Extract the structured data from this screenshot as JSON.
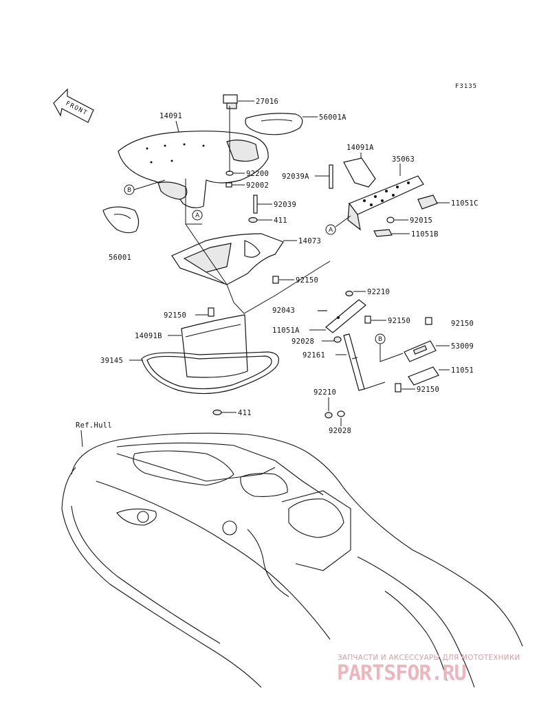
{
  "diagram_code": "F3135",
  "front_arrow_label": "FRONT",
  "parts": {
    "p27016": "27016",
    "p56001A": "56001A",
    "p14091": "14091",
    "p92200": "92200",
    "p92002": "92002",
    "p92039": "92039",
    "p411_top": "411",
    "p14073": "14073",
    "p56001": "56001",
    "p92150_a": "92150",
    "p14091A": "14091A",
    "p35063": "35063",
    "p92039A": "92039A",
    "p11051C": "11051C",
    "p92015": "92015",
    "p11051B": "11051B",
    "p92210_top": "92210",
    "p92043": "92043",
    "p11051A": "11051A",
    "p92150_b": "92150",
    "p92150_c": "92150",
    "p92028_top": "92028",
    "p53009": "53009",
    "p92161": "92161",
    "p11051": "11051",
    "p92150_left": "92150",
    "p14091B": "14091B",
    "p39145": "39145",
    "p92150_d": "92150",
    "p411_bottom": "411",
    "p92210_bottom": "92210",
    "p92028_bottom": "92028",
    "ref_hull": "Ref.Hull"
  },
  "callouts": {
    "a1": "A",
    "a2": "A",
    "b1": "B",
    "b2": "B"
  },
  "watermark": {
    "tagline": "ЗАПЧАСТИ И АКСЕССУАРЫ ДЛЯ МОТОТЕХНИКИ",
    "logo": "PARTSFOR.RU"
  }
}
